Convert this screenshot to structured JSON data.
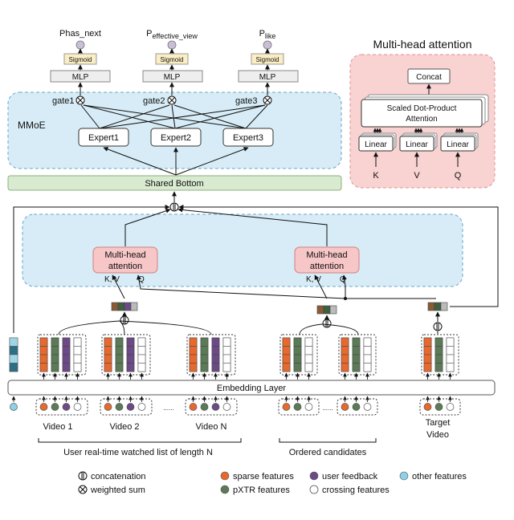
{
  "outputs": [
    {
      "main": "Phas_next",
      "sub": ""
    },
    {
      "main": "P",
      "sub": "effective_view"
    },
    {
      "main": "P",
      "sub": "like"
    }
  ],
  "sigmoid_label": "Sigmoid",
  "mlp_label": "MLP",
  "gates": [
    "gate1",
    "gate2",
    "gate3"
  ],
  "mmoe_label": "MMoE",
  "experts": [
    "Expert1",
    "Expert2",
    "Expert3"
  ],
  "shared_bottom": "Shared Bottom",
  "attention_blocks": [
    "Multi-head\nattention",
    "Multi-head\nattention"
  ],
  "kv_label": "K, V",
  "q_label": "Q",
  "embedding_layer": "Embedding Layer",
  "video_labels": [
    "Video 1",
    "Video 2",
    "Video N"
  ],
  "target_label": "Target\nVideo",
  "dots": "......",
  "group_labels": {
    "watched": "User real-time watched list of length N",
    "candidates": "Ordered candidates"
  },
  "inset": {
    "title": "Multi-head attention",
    "concat": "Concat",
    "sdpa": "Scaled Dot-Product\nAttention",
    "linear": "Linear",
    "inputs": [
      "K",
      "V",
      "Q"
    ]
  },
  "legend": [
    {
      "symbol": "concat",
      "label": "concatenation"
    },
    {
      "symbol": "wsum",
      "label": "weighted sum"
    },
    {
      "symbol": "dot",
      "color": "#e8692e",
      "label": "sparse features"
    },
    {
      "symbol": "dot",
      "color": "#5b7a56",
      "label": "pXTR features"
    },
    {
      "symbol": "dot",
      "color": "#6b4a86",
      "label": "user feedback"
    },
    {
      "symbol": "dot",
      "color": "#ffffff",
      "label": "crossing features"
    },
    {
      "symbol": "dot",
      "color": "#8fd0e8",
      "label": "other features"
    }
  ],
  "colors": {
    "sparse": "#e8692e",
    "pxtr": "#5b7a56",
    "feedback": "#6b4a86",
    "crossing": "#ffffff",
    "other": "#8fd0e8",
    "brown": "#8a5a34",
    "sigmoid_fill": "#fbeec4",
    "attention_fill": "#f7c6c6",
    "mmoe_fill": "#d7ecf6",
    "shared_fill": "#d8ead0",
    "inset_fill": "#f9d2d2"
  }
}
